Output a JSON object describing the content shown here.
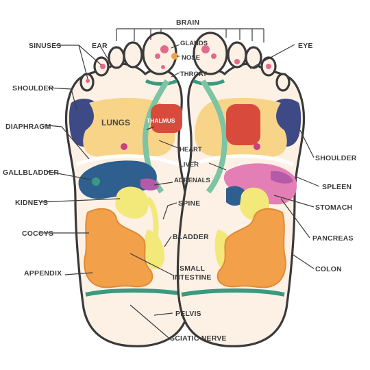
{
  "labels": {
    "brain": "BRAIN",
    "glands": "GLANDS",
    "nose": "NOSE",
    "throat": "THROAT",
    "sinuses": "SINUSES",
    "ear": "EAR",
    "eye": "EYE",
    "shoulder_left": "SHOULDER",
    "shoulder_right": "SHOULDER",
    "diaphragm": "DIAPHRAGM",
    "lungs": "LUNGS",
    "thalmus": "THALMUS",
    "heart": "HEART",
    "liver": "LIVER",
    "adrenals": "ADRENALS",
    "gallbladder": "GALLBLADDER",
    "kidneys": "KIDNEYS",
    "spine": "SPINE",
    "spleen": "SPLEEN",
    "stomach": "STOMACH",
    "coccys": "COCCYS",
    "bladder": "BLADDER",
    "pancreas": "PANCREAS",
    "small": "SMALL",
    "intestine": "INTESTINE",
    "appendix": "APPENDIX",
    "colon": "COLON",
    "pelvis": "PELVIS",
    "sciatic_nerve": "SCIATIC NERVE"
  },
  "colors": {
    "skin": "#fdf1e6",
    "outline": "#3a3a3a",
    "lungs": "#f7d488",
    "shoulder": "#3e4a86",
    "liver": "#2f5f8f",
    "thalmus": "#d84a3c",
    "spine": "#7cc4a4",
    "kidney": "#f3e87a",
    "intestine": "#f2a04a",
    "stomach": "#e47fb6",
    "band": "#3a9a80",
    "purple": "#b55aa8"
  }
}
